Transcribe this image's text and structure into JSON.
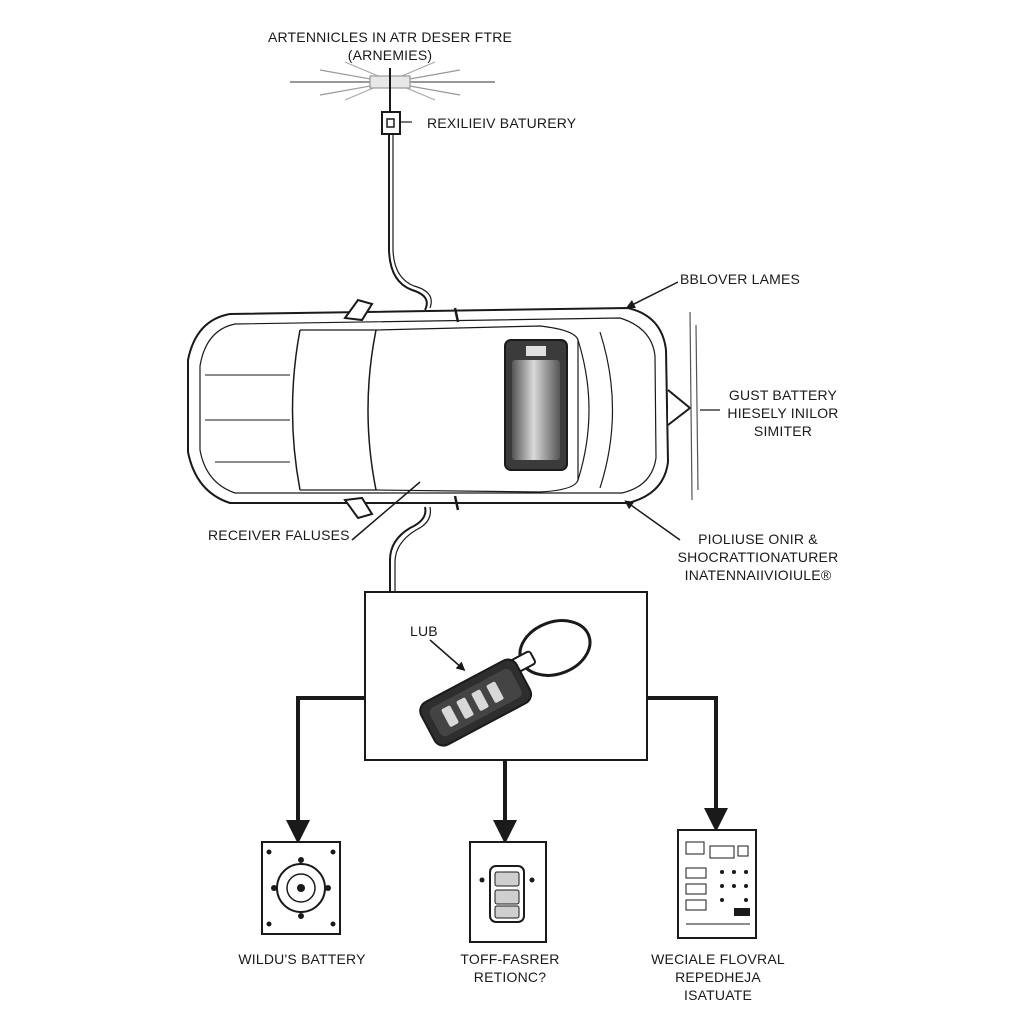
{
  "title": {
    "line1": "ARTENNICLES IN ATR DESER FTRE",
    "line2": "(ARNEMIES)"
  },
  "labels": {
    "antenna_battery": "REXILIEIV BATURERY",
    "blower_lames": "BBLOVER LAMES",
    "gust_battery": [
      "GUST BATTERY",
      "HIESELY INILOR",
      "SIMITER"
    ],
    "receiver_failures": "RECEIVER FALUSES",
    "piolinse": [
      "PIOLIUSE ONIR &",
      "SHOCRATTIONATURER",
      "INATENNAIIVIOIULE®"
    ],
    "fob_label": "LUB"
  },
  "outputs": [
    {
      "lines": [
        "WILDU'S BATTERY"
      ]
    },
    {
      "lines": [
        "TOFF-FASRER",
        "RETIONC?"
      ]
    },
    {
      "lines": [
        "WECIALE FLOVRAL",
        "REPEDHEJA",
        "ISATUATE"
      ]
    }
  ],
  "colors": {
    "line": "#1a1a1a",
    "car_fill": "#ffffff",
    "sunroof_dark": "#4a4a4a",
    "sunroof_light": "#cfcfcf",
    "fob_body": "#2e2e2e",
    "fob_buttons": "#d8d8d8"
  }
}
